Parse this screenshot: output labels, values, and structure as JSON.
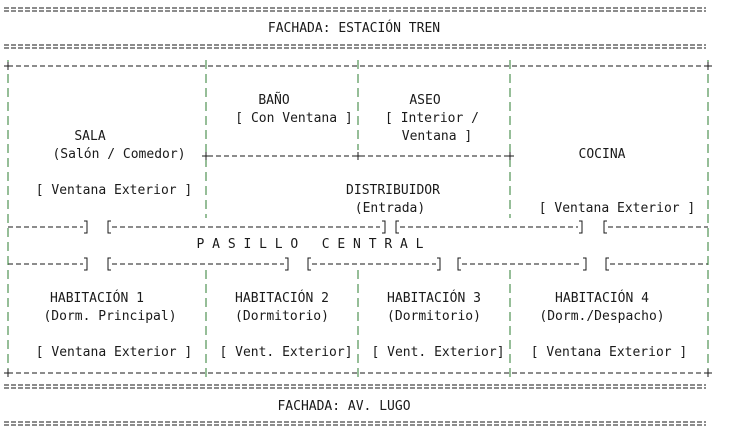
{
  "facade_top": "FACHADA: ESTACIÓN TREN",
  "facade_bottom": "FACHADA: AV. LUGO",
  "rooms": {
    "sala": {
      "name": "SALA",
      "sub": "(Salón / Comedor)",
      "window": "[ Ventana Exterior ]"
    },
    "bano": {
      "name": "BAÑO",
      "window": "[ Con Ventana ]"
    },
    "aseo": {
      "name": "ASEO",
      "window_l1": "[ Interior /",
      "window_l2": "Ventana ]"
    },
    "cocina": {
      "name": "COCINA",
      "window": "[ Ventana Exterior ]"
    },
    "distribuidor": {
      "name": "DISTRIBUIDOR",
      "sub": "(Entrada)"
    },
    "pasillo": {
      "name": "P A S I L L O   C E N T R A L"
    },
    "hab1": {
      "name": "HABITACIÓN 1",
      "sub": "(Dorm. Principal)",
      "window": "[ Ventana Exterior ]"
    },
    "hab2": {
      "name": "HABITACIÓN 2",
      "sub": "(Dormitorio)",
      "window": "[ Vent. Exterior]"
    },
    "hab3": {
      "name": "HABITACIÓN 3",
      "sub": "(Dormitorio)",
      "window": "[ Vent. Exterior]"
    },
    "hab4": {
      "name": "HABITACIÓN 4",
      "sub": "(Dorm./Despacho)",
      "window": "[ Ventana Exterior ]"
    }
  },
  "colors": {
    "text": "#1a1a1a",
    "wall": "#2e7d32"
  }
}
